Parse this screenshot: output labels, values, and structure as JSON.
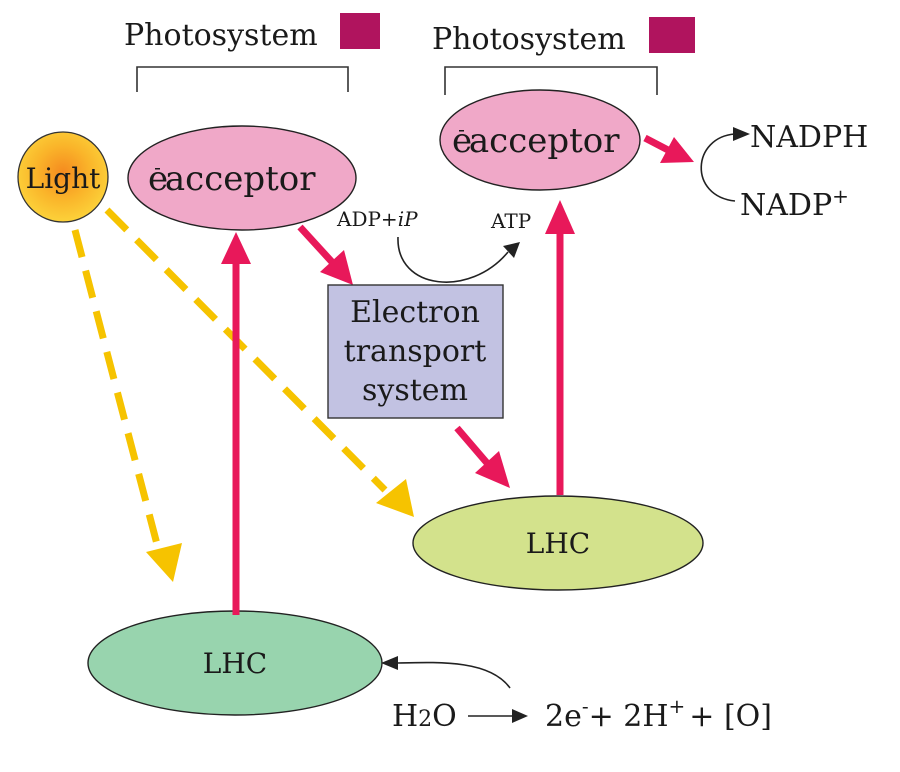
{
  "colors": {
    "acceptor_fill": "#f0a8c8",
    "lhc1_fill": "#98d4ae",
    "lhc2_fill": "#d3e28c",
    "ets_fill": "#c2c2e2",
    "magenta_square": "#b0145e",
    "red_arrow": "#e8185a",
    "yellow_arrow": "#f6c300",
    "light_fill": "#fcc81c"
  },
  "photosystem_left": {
    "label": "Photosystem"
  },
  "photosystem_right": {
    "label": "Photosystem"
  },
  "light": {
    "label": "Light"
  },
  "acceptor_left": {
    "e": "e",
    "minus": "-",
    "text": "acceptor"
  },
  "acceptor_right": {
    "e": "e",
    "minus": "-",
    "text": "acceptor"
  },
  "adp": {
    "text": "ADP+",
    "italic": "iP"
  },
  "atp": {
    "label": "ATP"
  },
  "ets": {
    "line1": "Electron",
    "line2": "transport",
    "line3": "system"
  },
  "lhc_left": {
    "label": "LHC"
  },
  "lhc_right": {
    "label": "LHC"
  },
  "nadph": {
    "label": "NADPH"
  },
  "nadp": {
    "label": "NADP",
    "sup": "+"
  },
  "water": {
    "h": "H",
    "two": "2",
    "o": "O"
  },
  "products": {
    "p1": "2e",
    "s1": "-",
    "p2": "+ 2H",
    "s2": "+",
    "p3": "+ [O]"
  }
}
